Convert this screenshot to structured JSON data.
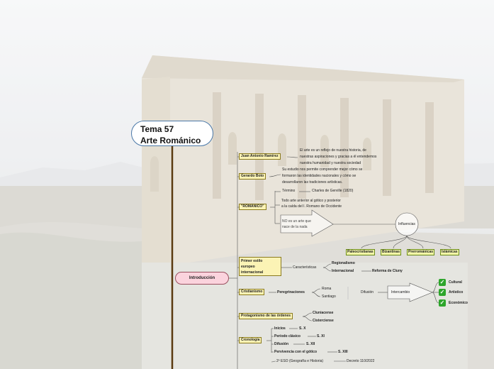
{
  "title": {
    "line1": "Tema 57",
    "line2": "Arte Románico"
  },
  "intro": "Introducción",
  "nodes": {
    "juan": "Juan Antonio Ramírez",
    "juan_text": [
      "El arte es un reflejo de nuestra historia, de",
      "nuestras aspiraciones y gracias a él entendemos",
      "nuestra humanidad y nuestra sociedad"
    ],
    "gerardo": "Gerardo Boto",
    "gerardo_text": [
      "Su estudio nos permite comprender mejor cómo se",
      "formaron las identidades nacionales y cómo se",
      "desarrollaron las tradiciones artísticas."
    ],
    "romanico": "\"ROMÁNICO\"",
    "termino": "Término",
    "gerville": "Charles de Gerville (1820)",
    "todo_arte": [
      "Todo arte anterior al gótico y posterior",
      "a la caída del I. Romano de Occidente"
    ],
    "no_arte": [
      "NO es un arte que",
      "nace de la nada"
    ],
    "influencias": "Influencias",
    "infl_items": [
      "Paleocristianas",
      "Bizantinas",
      "Prerrománicas",
      "Islámicas"
    ],
    "primer": [
      "Primer estilo",
      "europeo",
      "internacional"
    ],
    "caracteristicas": "Características",
    "regionalismo": "Regionalismo",
    "internacional": "Internacional",
    "cluny": "Reforma de Cluny",
    "cristianismo": "Cristianismo",
    "peregrinaciones": "Peregrinaciones",
    "roma": "Roma",
    "santiago": "Santiago",
    "difusion": "Difusión",
    "intercambio": "Intercambio",
    "cultural": "Cultural",
    "artistico": "Artístico",
    "economico": "Económico",
    "protagonismo": "Protagonismo de las órdenes",
    "cluniacense": "Cluniacense",
    "cisterciense": "Cisterciense",
    "cronologia": "Cronología",
    "inicios": "Inicios",
    "s_x": "S. X",
    "periodo": "Período clásico",
    "s_xi": "S. XI",
    "difusion2": "Difusión",
    "s_xii": "S. XII",
    "pervivencia": "Pervivencia con el gótico",
    "s_xiii": "S. XIII",
    "eso": "2º ESO (Geografía e Historia)",
    "decreto": "Decreto 110/2022"
  },
  "colors": {
    "title_border": "#4a78a8",
    "intro_fill": "#fbd3dd",
    "node_fill": "#fbf3b5",
    "check": "#2da52b",
    "trunk": "#5a3a10"
  }
}
